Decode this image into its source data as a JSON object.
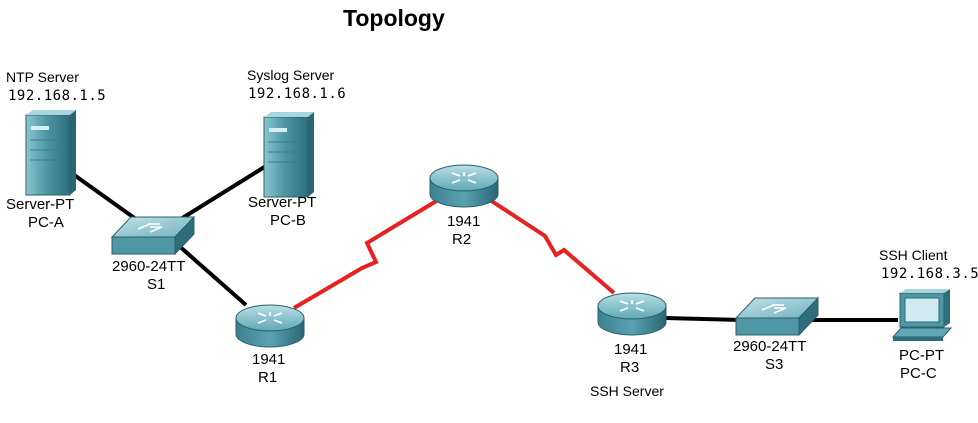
{
  "title": "Topology",
  "devices": {
    "pc_a": {
      "annotation": "NTP Server",
      "ip": "192.168.1.5",
      "model": "Server-PT",
      "name": "PC-A"
    },
    "pc_b": {
      "annotation": "Syslog Server",
      "ip": "192.168.1.6",
      "model": "Server-PT",
      "name": "PC-B"
    },
    "s1": {
      "model": "2960-24TT",
      "name": "S1"
    },
    "r1": {
      "model": "1941",
      "name": "R1"
    },
    "r2": {
      "model": "1941",
      "name": "R2"
    },
    "r3": {
      "model": "1941",
      "name": "R3",
      "role": "SSH Server"
    },
    "s3": {
      "model": "2960-24TT",
      "name": "S3"
    },
    "pc_c": {
      "annotation": "SSH Client",
      "ip": "192.168.3.5",
      "model": "PC-PT",
      "name": "PC-C"
    }
  },
  "links": [
    {
      "from": "PC-A",
      "to": "S1",
      "type": "ethernet"
    },
    {
      "from": "PC-B",
      "to": "S1",
      "type": "ethernet"
    },
    {
      "from": "S1",
      "to": "R1",
      "type": "ethernet"
    },
    {
      "from": "R1",
      "to": "R2",
      "type": "serial"
    },
    {
      "from": "R2",
      "to": "R3",
      "type": "serial"
    },
    {
      "from": "R3",
      "to": "S3",
      "type": "ethernet"
    },
    {
      "from": "S3",
      "to": "PC-C",
      "type": "ethernet"
    }
  ],
  "colors": {
    "ethernet_link": "#000000",
    "serial_link": "#e8201f",
    "device_body": "#4f97a5",
    "device_dark": "#2e6e7c",
    "device_light": "#8cc6d1"
  }
}
